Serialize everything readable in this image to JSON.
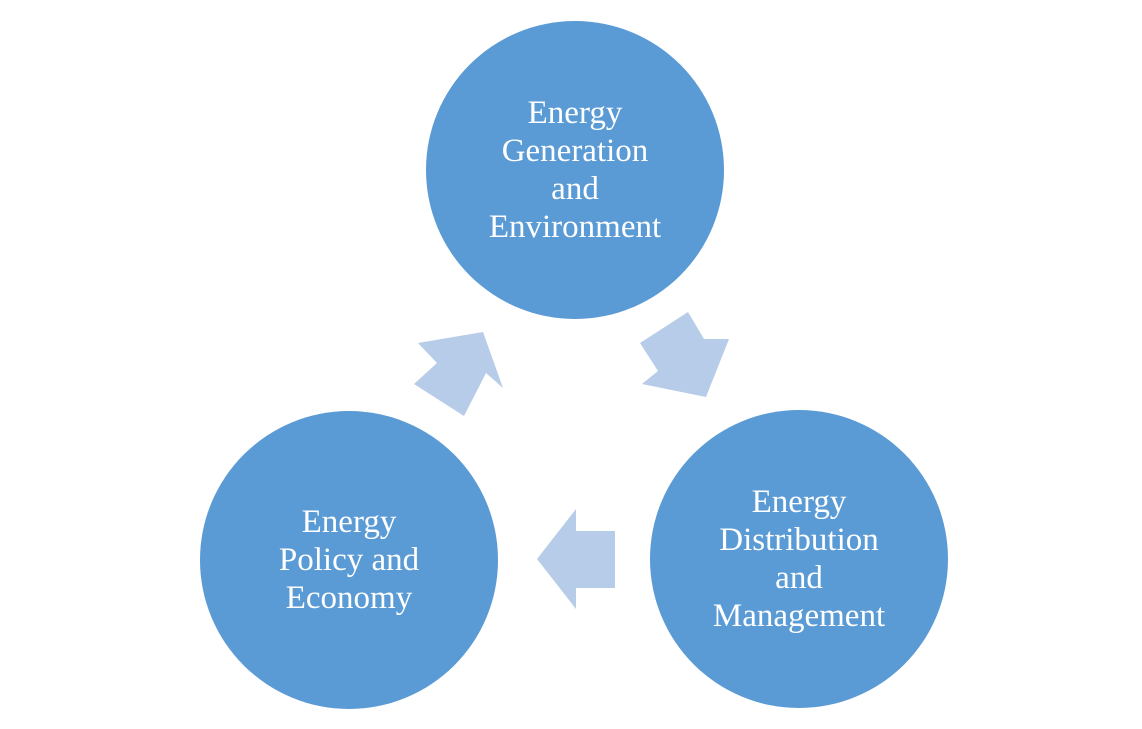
{
  "colors": {
    "node_fill": "#5b9bd5",
    "arrow_fill": "#b7cce8",
    "text": "#ffffff",
    "background": "#ffffff"
  },
  "nodes": {
    "top": {
      "lines": [
        "Energy",
        "Generation",
        "and",
        "Environment"
      ]
    },
    "right": {
      "lines": [
        "Energy",
        "Distribution",
        "and",
        "Management"
      ]
    },
    "left": {
      "lines": [
        "Energy",
        "Policy and",
        "Economy"
      ]
    }
  },
  "arrows": [
    "top-to-right",
    "right-to-left",
    "left-to-top"
  ]
}
